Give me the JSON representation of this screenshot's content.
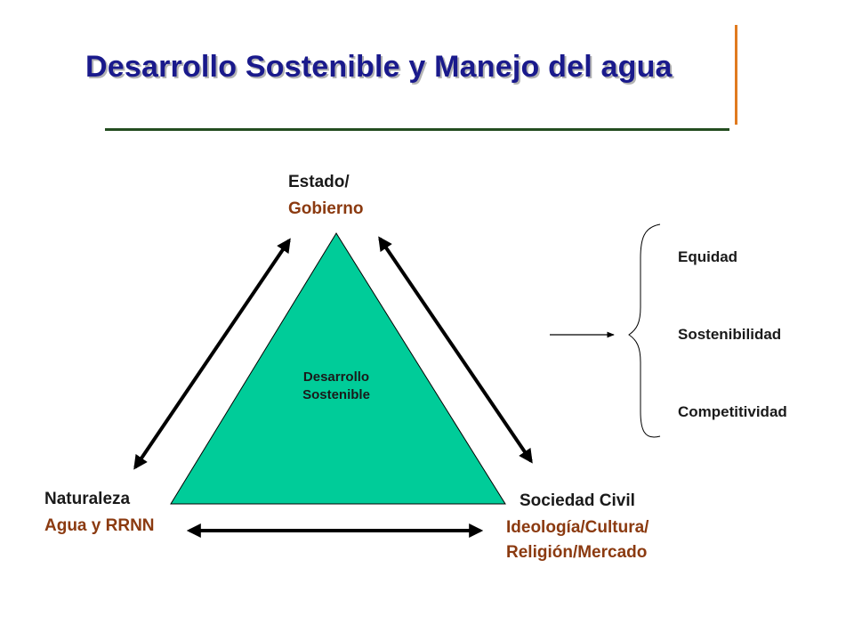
{
  "title": "Desarrollo Sostenible y Manejo del agua",
  "colors": {
    "title": "#1a1a8c",
    "triangle": "#00cc99",
    "accent_line": "#e07a1f",
    "rule": "#234d20",
    "sub_label": "#8b3a10"
  },
  "top_node": {
    "line1": "Estado/",
    "line2": "Gobierno"
  },
  "left_node": {
    "line1": "Naturaleza",
    "line2": "Agua y RRNN"
  },
  "right_node": {
    "line1": "Sociedad Civil",
    "line2": "Ideología/Cultura/",
    "line3": "Religión/Mercado"
  },
  "center": {
    "line1": "Desarrollo",
    "line2": "Sostenible"
  },
  "principles": [
    "Equidad",
    "Sostenibilidad",
    "Competitividad"
  ]
}
